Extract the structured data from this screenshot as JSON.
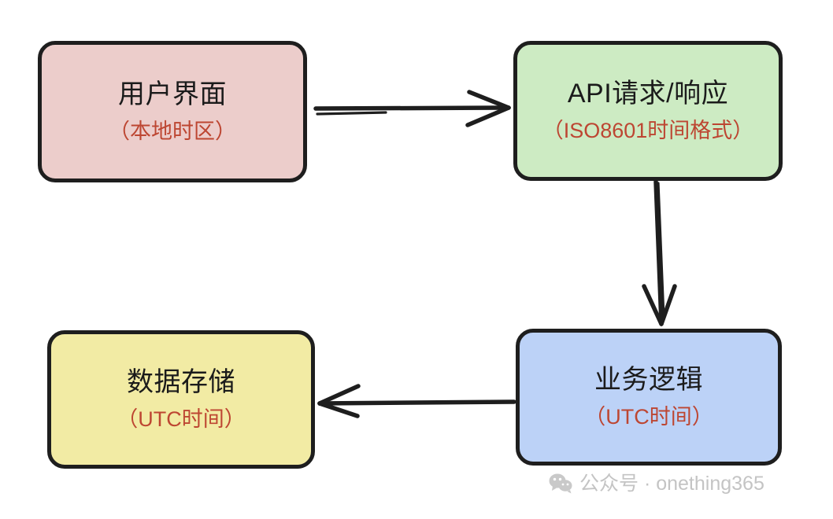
{
  "diagram": {
    "type": "flowchart",
    "style": "hand-drawn",
    "background": "#ffffff",
    "stroke_color": "#1e1e1e",
    "subtitle_color": "#bd4632",
    "nodes": [
      {
        "id": "ui",
        "title": "用户界面",
        "subtitle": "（本地时区）",
        "fill": "#eccdcb"
      },
      {
        "id": "api",
        "title": "API请求/响应",
        "subtitle": "（ISO8601时间格式）",
        "fill": "#cdebc3"
      },
      {
        "id": "storage",
        "title": "数据存储",
        "subtitle": "（UTC时间）",
        "fill": "#f2eba4"
      },
      {
        "id": "logic",
        "title": "业务逻辑",
        "subtitle": "（UTC时间）",
        "fill": "#bcd2f7"
      }
    ],
    "edges": [
      {
        "id": "ui-to-api",
        "from": "ui",
        "to": "api",
        "direction": "right",
        "label": ""
      },
      {
        "id": "api-to-logic",
        "from": "api",
        "to": "logic",
        "direction": "down",
        "label": ""
      },
      {
        "id": "logic-to-storage",
        "from": "logic",
        "to": "storage",
        "direction": "left",
        "label": ""
      }
    ]
  },
  "watermark": {
    "icon": "wechat-icon",
    "text": "公众号 · onething365",
    "color": "#c4c4c4"
  }
}
